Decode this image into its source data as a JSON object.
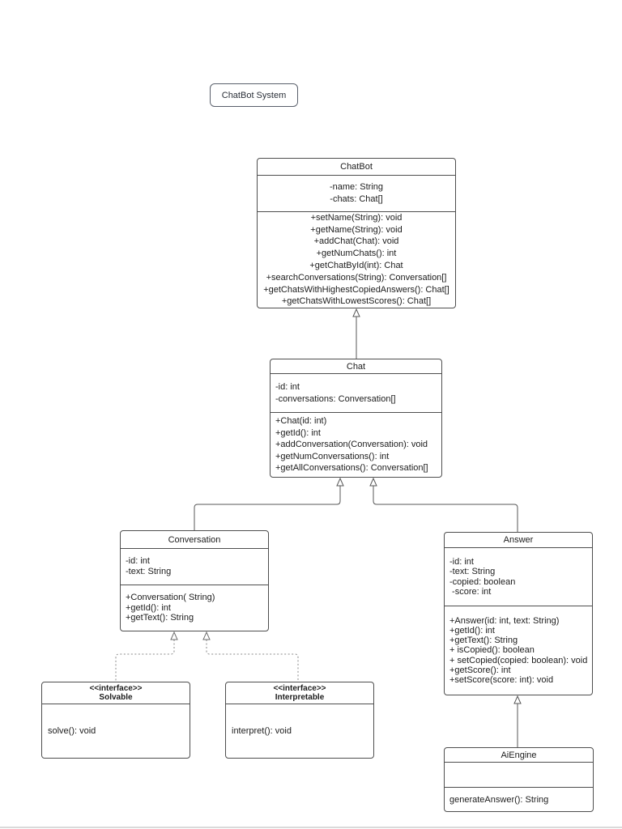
{
  "diagram": {
    "title_box": {
      "label": "ChatBot System"
    },
    "classes": {
      "chatbot": {
        "name": "ChatBot",
        "attributes": [
          "-name: String",
          "-chats: Chat[]"
        ],
        "methods": [
          "+setName(String): void",
          "+getName(String): void",
          "+addChat(Chat): void",
          "+getNumChats(): int",
          "+getChatById(int): Chat",
          "+searchConversations(String): Conversation[]",
          "+getChatsWithHighestCopiedAnswers(): Chat[]",
          "+getChatsWithLowestScores(): Chat[]"
        ]
      },
      "chat": {
        "name": "Chat",
        "attributes": [
          "-id: int",
          "-conversations: Conversation[]"
        ],
        "methods": [
          "+Chat(id: int)",
          "+getId(): int",
          "+addConversation(Conversation): void",
          "+getNumConversations(): int",
          "+getAllConversations(): Conversation[]"
        ]
      },
      "conversation": {
        "name": "Conversation",
        "attributes": [
          "-id: int",
          "-text: String"
        ],
        "methods": [
          "+Conversation( String)",
          "+getId(): int",
          "+getText(): String"
        ]
      },
      "answer": {
        "name": "Answer",
        "attributes": [
          "-id: int",
          "-text: String",
          "-copied: boolean",
          " -score: int"
        ],
        "methods": [
          "+Answer(id: int, text: String)",
          "+getId(): int",
          "+getText(): String",
          "+ isCopied(): boolean",
          "+ setCopied(copied: boolean): void",
          "+getScore(): int",
          "+setScore(score: int): void"
        ]
      },
      "solvable": {
        "stereotype": "<<interface>>",
        "name": "Solvable",
        "methods": [
          "solve(): void"
        ]
      },
      "interpretable": {
        "stereotype": "<<interface>>",
        "name": "Interpretable",
        "methods": [
          "interpret(): void"
        ]
      },
      "aiengine": {
        "name": "AiEngine",
        "attributes": [],
        "methods": [
          "generateAnswer(): String"
        ]
      }
    },
    "relationships": [
      {
        "from": "Chat",
        "to": "ChatBot",
        "type": "generalization",
        "line": "solid",
        "arrow": "hollow-triangle"
      },
      {
        "from": "Conversation",
        "to": "Chat",
        "type": "generalization",
        "line": "solid",
        "arrow": "hollow-triangle"
      },
      {
        "from": "Answer",
        "to": "Chat",
        "type": "generalization",
        "line": "solid",
        "arrow": "hollow-triangle"
      },
      {
        "from": "Solvable",
        "to": "Conversation",
        "type": "realization",
        "line": "dotted",
        "arrow": "hollow-triangle"
      },
      {
        "from": "Interpretable",
        "to": "Conversation",
        "type": "realization",
        "line": "dotted",
        "arrow": "hollow-triangle"
      },
      {
        "from": "AiEngine",
        "to": "Answer",
        "type": "generalization",
        "line": "solid",
        "arrow": "hollow-triangle"
      }
    ]
  }
}
